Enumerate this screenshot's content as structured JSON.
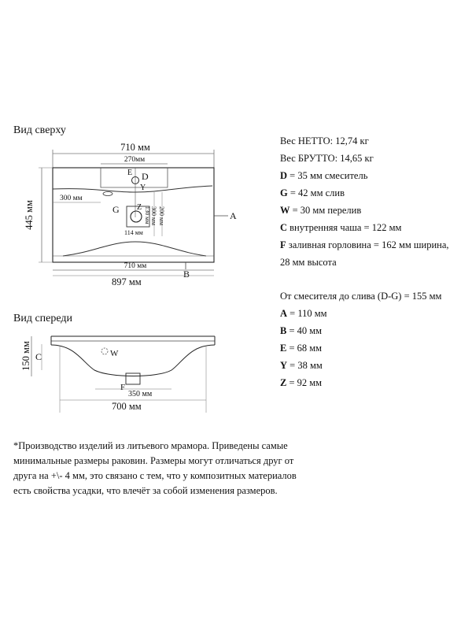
{
  "views": {
    "top_label": "Вид сверху",
    "front_label": "Вид спереди"
  },
  "top_view": {
    "dim_width_710": "710 мм",
    "dim_270": "270мм",
    "dim_300": "300 мм",
    "dim_depth_445": "445 мм",
    "dim_bottom_710": "710 мм",
    "dim_total_897": "897 мм",
    "dim_v_300": "300 мм",
    "dim_v_200": "200 мм",
    "dim_v_small": "130 мм",
    "dim_114": "114 мм",
    "letters": {
      "e": "E",
      "d": "D",
      "y": "Y",
      "g": "G",
      "z": "Z",
      "a": "A",
      "b": "B"
    }
  },
  "front_view": {
    "dim_150": "150 мм",
    "dim_350": "350 мм",
    "dim_700": "700 мм",
    "letters": {
      "c": "C",
      "w": "W",
      "f": "F"
    }
  },
  "specs_top": [
    {
      "key": "",
      "text": "Вес НЕТТО: 12,74 кг"
    },
    {
      "key": "",
      "text": "Вес БРУТТО: 14,65 кг"
    },
    {
      "key": "D",
      "text": " = 35 мм смеситель"
    },
    {
      "key": "G",
      "text": " = 42 мм слив"
    },
    {
      "key": "W",
      "text": " = 30 мм перелив"
    },
    {
      "key": "C",
      "text": " внутренняя чаша = 122 мм"
    },
    {
      "key": "F",
      "text": " заливная горловина = 162 мм ширина,"
    },
    {
      "key": "",
      "text": "28 мм высота"
    }
  ],
  "specs_bottom": [
    {
      "key": "",
      "text": "От смесителя до слива (D-G) = 155 мм"
    },
    {
      "key": "A",
      "text": " = 110 мм"
    },
    {
      "key": "B",
      "text": " = 40 мм"
    },
    {
      "key": "E",
      "text": " = 68 мм"
    },
    {
      "key": "Y",
      "text": " = 38 мм"
    },
    {
      "key": "Z",
      "text": " = 92 мм"
    }
  ],
  "note": "*Производство изделий из литьевого мрамора. Приведены самые минимальные размеры раковин. Размеры могут отличаться друг от друга на +\\- 4 мм, это связано с тем, что у композитных материалов есть свойства усадки, что влечёт за собой изменения размеров."
}
